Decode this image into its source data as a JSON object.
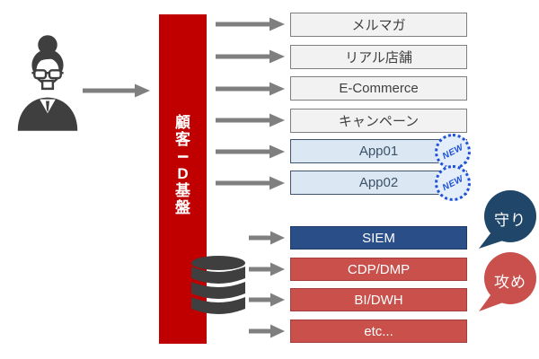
{
  "diagram": {
    "platform": {
      "label": "顧客ID基盤",
      "chars": [
        "顧",
        "客",
        "I",
        "D",
        "基",
        "盤"
      ]
    },
    "user": {
      "icon": "business-woman-icon"
    },
    "database": {
      "icon": "database-cylinder-icon"
    },
    "badge_label": "NEW",
    "channels": [
      {
        "label": "メルマガ",
        "style": "gray"
      },
      {
        "label": "リアル店舗",
        "style": "gray"
      },
      {
        "label": "E-Commerce",
        "style": "gray"
      },
      {
        "label": "キャンペーン",
        "style": "gray"
      },
      {
        "label": "App01",
        "style": "blue",
        "badge": "NEW"
      },
      {
        "label": "App02",
        "style": "blue",
        "badge": "NEW"
      }
    ],
    "systems": [
      {
        "label": "SIEM",
        "style": "navy"
      },
      {
        "label": "CDP/DMP",
        "style": "red"
      },
      {
        "label": "BI/DWH",
        "style": "red"
      },
      {
        "label": "etc...",
        "style": "red"
      }
    ],
    "bubbles": [
      {
        "label": "守り",
        "color": "#204669"
      },
      {
        "label": "攻め",
        "color": "#c9504c"
      }
    ],
    "colors": {
      "platform_red": "#c00000",
      "gray_box_fill": "#f2f2f2",
      "gray_box_border": "#7f7f7f",
      "blue_box_fill": "#dbe8f3",
      "blue_box_border": "#41566e",
      "navy_box": "#2a4e87",
      "red_box": "#c9504b",
      "badge_blue": "#1e50d8",
      "arrow_gray": "#7f7f7f",
      "icon_gray": "#3f3f3f"
    }
  }
}
